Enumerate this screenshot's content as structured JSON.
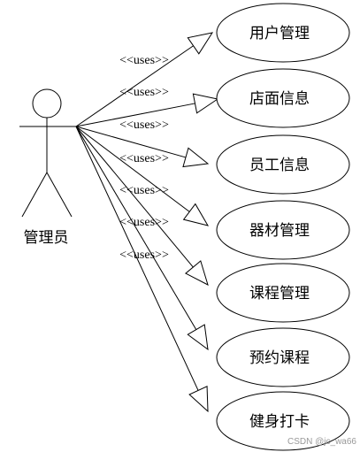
{
  "actor": {
    "label": "管理员"
  },
  "relation_label": "<<uses>>",
  "use_cases": [
    {
      "label": "用户管理"
    },
    {
      "label": "店面信息"
    },
    {
      "label": "员工信息"
    },
    {
      "label": "器材管理"
    },
    {
      "label": "课程管理"
    },
    {
      "label": "预约课程"
    },
    {
      "label": "健身打卡"
    }
  ],
  "watermark": "CSDN @jc_wa66"
}
